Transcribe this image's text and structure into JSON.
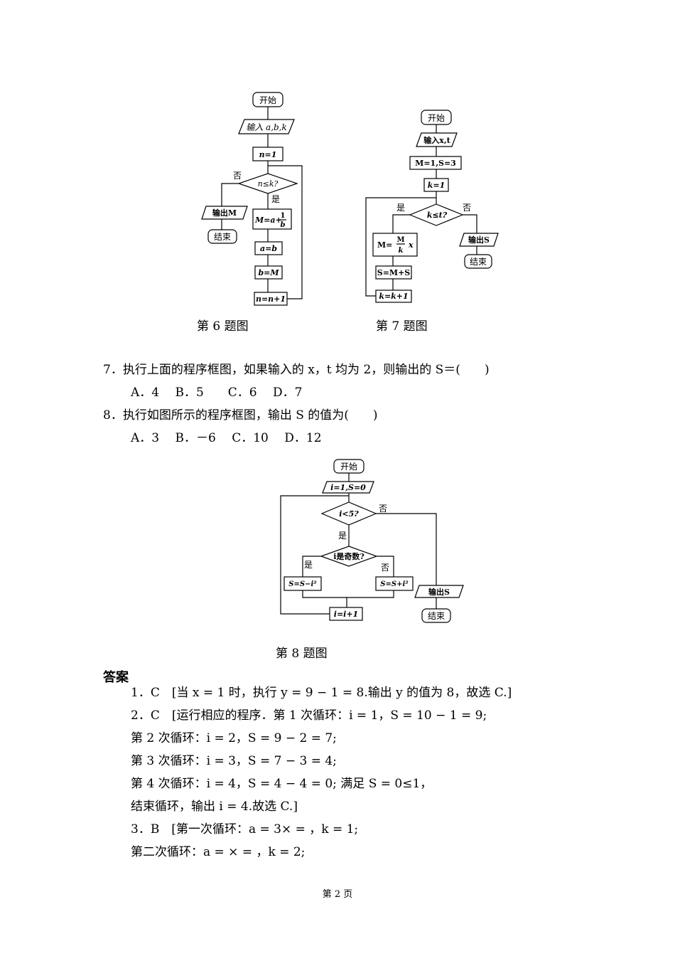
{
  "figures": {
    "fig6": {
      "caption": "第 6 题图",
      "start": "开始",
      "input": "输入 a,b,k",
      "init": "n=1",
      "cond": "n≤k?",
      "no": "否",
      "yes": "是",
      "output": "输出M",
      "end": "结束",
      "calc_lhs": "M=a+",
      "calc_num": "1",
      "calc_den": "b",
      "step1": "a=b",
      "step2": "b=M",
      "step3": "n=n+1"
    },
    "fig7": {
      "caption": "第 7 题图",
      "start": "开始",
      "input": "输入x,t",
      "init1": "M=1,S=3",
      "init2": "k=1",
      "cond": "k≤t?",
      "yes": "是",
      "no": "否",
      "calc_lhs": "M=",
      "calc_num": "M",
      "calc_den": "k",
      "calc_tail": "x",
      "step1": "S=M+S",
      "step2": "k=k+1",
      "output": "输出S",
      "end": "结束"
    },
    "fig8": {
      "caption": "第 8 题图",
      "start": "开始",
      "init": "i=1,S=0",
      "cond1": "i<5?",
      "no1": "否",
      "yes1": "是",
      "cond2": "i是奇数?",
      "yes2": "是",
      "no2": "否",
      "left": "S=S−i²",
      "right": "S=S+i²",
      "step": "i=i+1",
      "output": "输出S",
      "end": "结束"
    }
  },
  "questions": {
    "q7_text": "7．执行上面的程序框图，如果输入的 x，t 均为 2，则输出的 S＝(　　)",
    "q7_options": "A．4　 B．5　　C．6　 D．7",
    "q8_text": "8．执行如图所示的程序框图，输出 S 的值为(　　)",
    "q8_options": "A．3　 B．－6　 C．10　 D．12"
  },
  "answers": {
    "heading": "答案",
    "lines": [
      "1．C　[当 x = 1 时，执行 y = 9 − 1 = 8.输出 y 的值为 8，故选 C.]",
      "2．C　[运行相应的程序．第 1 次循环：i = 1，S = 10 − 1 = 9;",
      "第 2 次循环：i = 2，S = 9 − 2 = 7;",
      "第 3 次循环：i = 3，S = 7 − 3 = 4;",
      "第 4 次循环：i = 4，S = 4 − 4 = 0;  满足 S = 0≤1，",
      "结束循环，输出 i = 4.故选 C.]",
      "3．B　[第一次循环：a = 3× = ，k = 1;",
      "第二次循环：a = × = ，k = 2;"
    ]
  },
  "footer": "第 2 页"
}
